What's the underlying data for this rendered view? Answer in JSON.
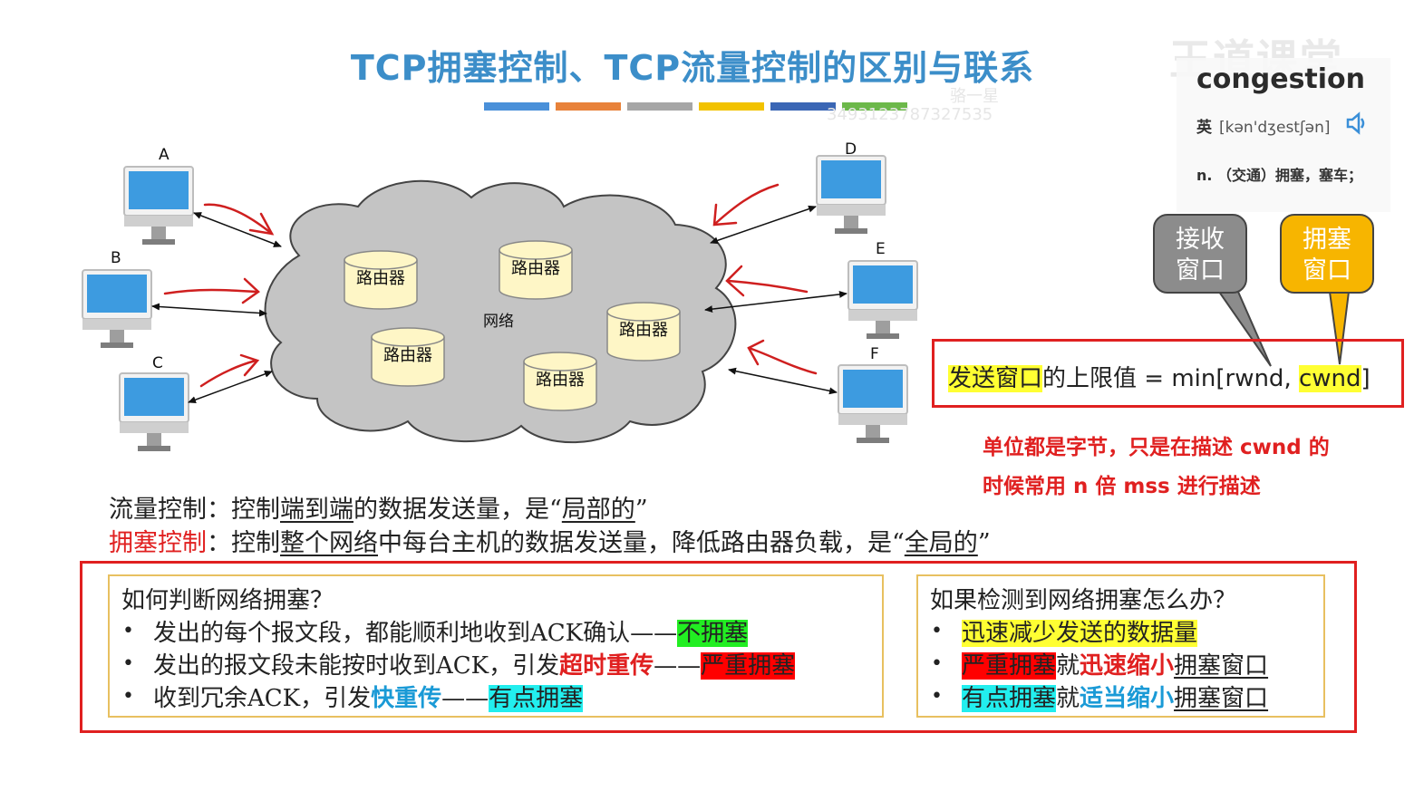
{
  "title": "TCP拥塞控制、TCP流量控制的区别与联系",
  "color_bars": [
    "#4a90d9",
    "#e8823a",
    "#a6a6a6",
    "#f2c200",
    "#3a66b5",
    "#6cb84a"
  ],
  "watermark": {
    "brand": "王道课堂",
    "user": "骆一星",
    "id": "3493123787327535"
  },
  "dictionary": {
    "word": "congestion",
    "lang": "英",
    "phonetic": "[kən'dʒestʃən]",
    "definition": "n. （交通）拥塞，塞车；",
    "speaker_icon": "speaker-icon"
  },
  "network": {
    "hosts": [
      "A",
      "B",
      "C",
      "D",
      "E",
      "F"
    ],
    "routers": [
      "路由器",
      "路由器",
      "路由器",
      "路由器",
      "路由器"
    ],
    "cloud_label": "网络"
  },
  "bubbles": {
    "receive": "接收\n窗口",
    "congestion": "拥塞\n窗口"
  },
  "formula": {
    "part1": "发送窗口",
    "part2": "的上限值 = min[rwnd, ",
    "part3": "cwnd",
    "part4": "]"
  },
  "note": {
    "line1": "单位都是字节，只是在描述 cwnd 的",
    "line2": "时候常用 n 倍 mss 进行描述"
  },
  "flow_control": {
    "label": "流量控制：",
    "t1": "控制",
    "t2": "端到端",
    "t3": "的数据发送量，是“",
    "t4": "局部的",
    "t5": "”"
  },
  "congestion_control": {
    "label": "拥塞控制",
    "colon": "：",
    "t1": "控制",
    "t2": "整个网络",
    "t3": "中每台主机的数据发送量，降低路由器负载，是“",
    "t4": "全局的",
    "t5": "”"
  },
  "judge": {
    "heading": "如何判断网络拥塞？",
    "b1_text": "发出的每个报文段，都能顺利地收到ACK确认——",
    "b1_tag": "不拥塞",
    "b2_text": "发出的报文段未能按时收到ACK，引发",
    "b2_em": "超时重传",
    "b2_dash": "——",
    "b2_tag": "严重拥塞",
    "b3_text": "收到冗余ACK，引发",
    "b3_em": "快重传",
    "b3_dash": "——",
    "b3_tag": "有点拥塞"
  },
  "action": {
    "heading": "如果检测到网络拥塞怎么办？",
    "b1": "迅速减少发送的数据量",
    "b2_tag": "严重拥塞",
    "b2_mid": "就",
    "b2_em": "迅速缩小",
    "b2_end": "拥塞窗口",
    "b3_tag": "有点拥塞",
    "b3_mid": "就",
    "b3_em": "适当缩小",
    "b3_end": "拥塞窗口"
  },
  "bullet_char": "•"
}
